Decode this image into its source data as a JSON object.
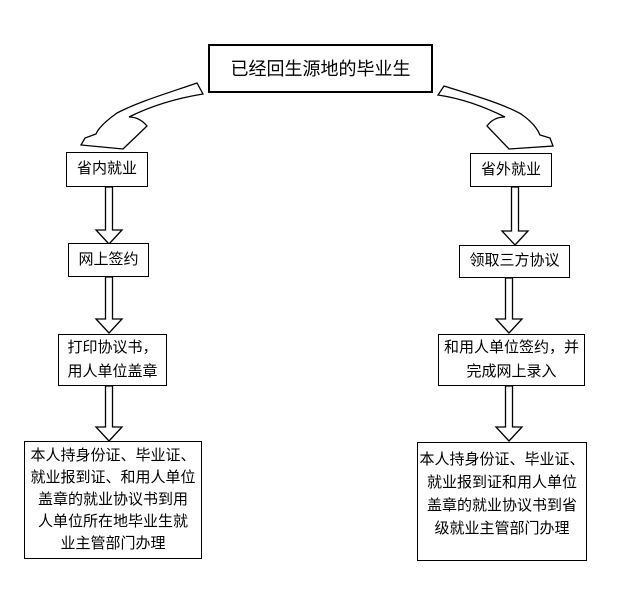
{
  "diagram": {
    "title": "已经回生源地的毕业生",
    "left_branch": {
      "step1": "省内就业",
      "step2": "网上签约",
      "step3_lines": [
        "打印协议书，",
        "用人单位盖章"
      ],
      "step4_lines": [
        "本人持身份证、毕业证、",
        "就业报到证、和用人单位",
        "盖章的就业协议书到用",
        "人单位所在地毕业生就",
        "业主管部门办理"
      ]
    },
    "right_branch": {
      "step1": "省外就业",
      "step2": "领取三方协议",
      "step3_lines": [
        "和用人单位签约，并",
        "完成网上录入"
      ],
      "step4_lines": [
        "本人持身份证、毕业证、",
        "就业报到证和用人单位",
        "盖章的就业协议书到省",
        "级就业主管部门办理"
      ]
    },
    "colors": {
      "line": "#000000",
      "fill": "#ffffff",
      "text": "#000000",
      "background": "#ffffff"
    }
  }
}
